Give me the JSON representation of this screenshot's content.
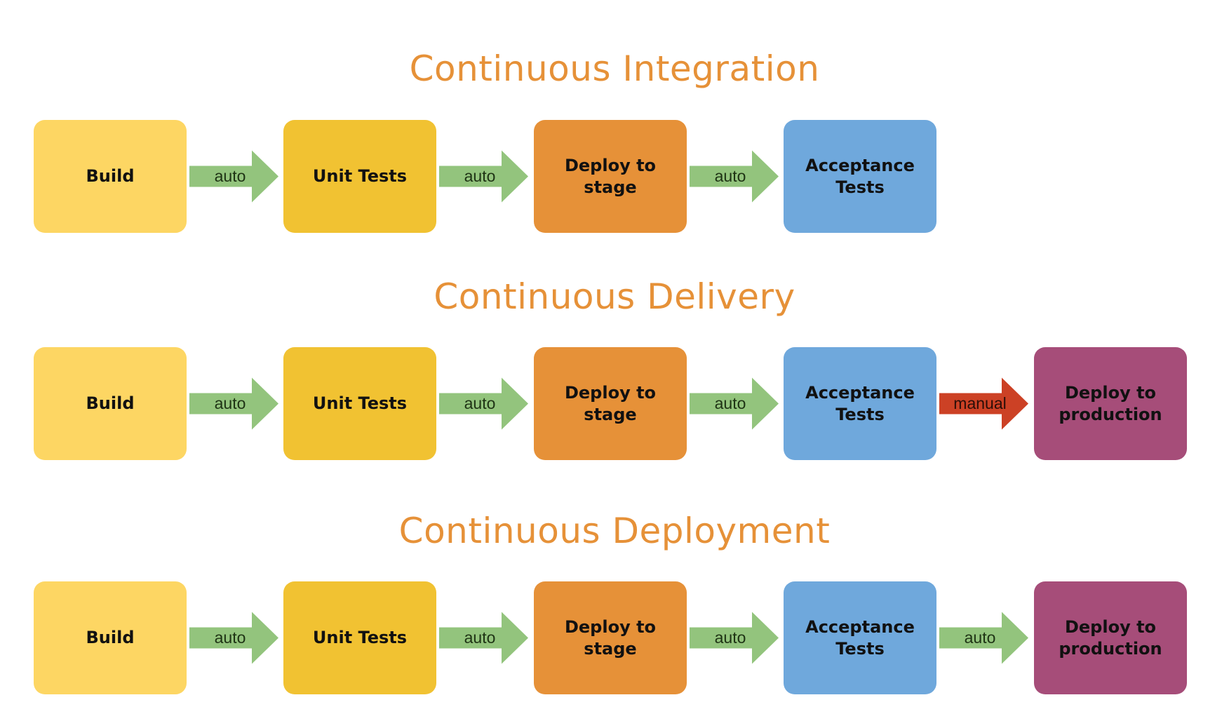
{
  "colors": {
    "title": "#E69138",
    "build": "#FDD663",
    "unit_tests": "#F1C232",
    "deploy_stage": "#E69138",
    "acceptance": "#6FA8DC",
    "deploy_production": "#A64D79",
    "auto_arrow": "#93C47D",
    "auto_text": "#1E3314",
    "manual_arrow": "#CC4125",
    "manual_text": "#2A0E08"
  },
  "sections": [
    {
      "title": "Continuous Integration",
      "stages": [
        {
          "label": "Build",
          "color_key": "build"
        },
        {
          "label": "Unit Tests",
          "color_key": "unit_tests"
        },
        {
          "label": "Deploy to\nstage",
          "color_key": "deploy_stage"
        },
        {
          "label": "Acceptance\nTests",
          "color_key": "acceptance"
        }
      ],
      "transitions": [
        {
          "label": "auto",
          "type": "auto"
        },
        {
          "label": "auto",
          "type": "auto"
        },
        {
          "label": "auto",
          "type": "auto"
        }
      ]
    },
    {
      "title": "Continuous Delivery",
      "stages": [
        {
          "label": "Build",
          "color_key": "build"
        },
        {
          "label": "Unit Tests",
          "color_key": "unit_tests"
        },
        {
          "label": "Deploy to\nstage",
          "color_key": "deploy_stage"
        },
        {
          "label": "Acceptance\nTests",
          "color_key": "acceptance"
        },
        {
          "label": "Deploy to\nproduction",
          "color_key": "deploy_production"
        }
      ],
      "transitions": [
        {
          "label": "auto",
          "type": "auto"
        },
        {
          "label": "auto",
          "type": "auto"
        },
        {
          "label": "auto",
          "type": "auto"
        },
        {
          "label": "manual",
          "type": "manual"
        }
      ]
    },
    {
      "title": "Continuous Deployment",
      "stages": [
        {
          "label": "Build",
          "color_key": "build"
        },
        {
          "label": "Unit Tests",
          "color_key": "unit_tests"
        },
        {
          "label": "Deploy to\nstage",
          "color_key": "deploy_stage"
        },
        {
          "label": "Acceptance\nTests",
          "color_key": "acceptance"
        },
        {
          "label": "Deploy to\nproduction",
          "color_key": "deploy_production"
        }
      ],
      "transitions": [
        {
          "label": "auto",
          "type": "auto"
        },
        {
          "label": "auto",
          "type": "auto"
        },
        {
          "label": "auto",
          "type": "auto"
        },
        {
          "label": "auto",
          "type": "auto"
        }
      ]
    }
  ]
}
